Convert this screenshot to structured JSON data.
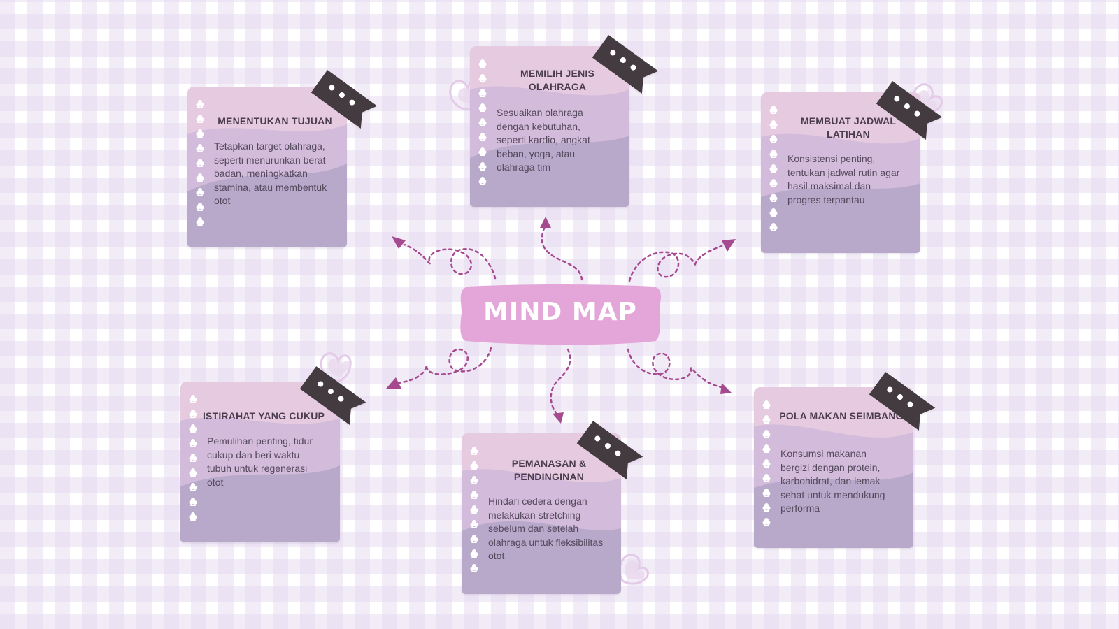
{
  "center": {
    "label": "MIND MAP"
  },
  "colors": {
    "accent": "#a64a8f",
    "center_fill": "#e4a6d8",
    "card_top": "#e6cbe0",
    "card_mid": "#d3bbdb",
    "card_bottom": "#b8a9cb",
    "ribbon": "#433b40",
    "heart": "#d8bde3"
  },
  "icons": {
    "ring": "clover-ring-icon",
    "ribbon": "clover-ribbon-icon",
    "heart": "heart-icon",
    "arrow": "dashed-arrow-icon"
  },
  "cards": [
    {
      "id": "menentukan-tujuan",
      "title": "MENENTUKAN TUJUAN",
      "text": "Tetapkan target olahraga, seperti menurunkan berat badan, meningkatkan stamina, atau membentuk otot"
    },
    {
      "id": "memilih-jenis",
      "title": "MEMILIH JENIS OLAHRAGA",
      "text": "Sesuaikan olahraga dengan kebutuhan, seperti kardio, angkat beban, yoga, atau olahraga tim"
    },
    {
      "id": "jadwal-latihan",
      "title": "MEMBUAT JADWAL LATIHAN",
      "text": "Konsistensi penting, tentukan jadwal rutin agar hasil maksimal dan progres terpantau"
    },
    {
      "id": "istirahat",
      "title": "ISTIRAHAT YANG CUKUP",
      "text": "Pemulihan penting, tidur cukup dan beri waktu tubuh untuk regenerasi otot"
    },
    {
      "id": "pemanasan",
      "title": "PEMANASAN & PENDINGINAN",
      "text": "Hindari cedera dengan melakukan stretching sebelum dan setelah olahraga untuk fleksibilitas otot"
    },
    {
      "id": "pola-makan",
      "title": "POLA MAKAN SEIMBANG",
      "text": "Konsumsi makanan bergizi dengan protein, karbohidrat, dan lemak sehat untuk mendukung performa"
    }
  ]
}
